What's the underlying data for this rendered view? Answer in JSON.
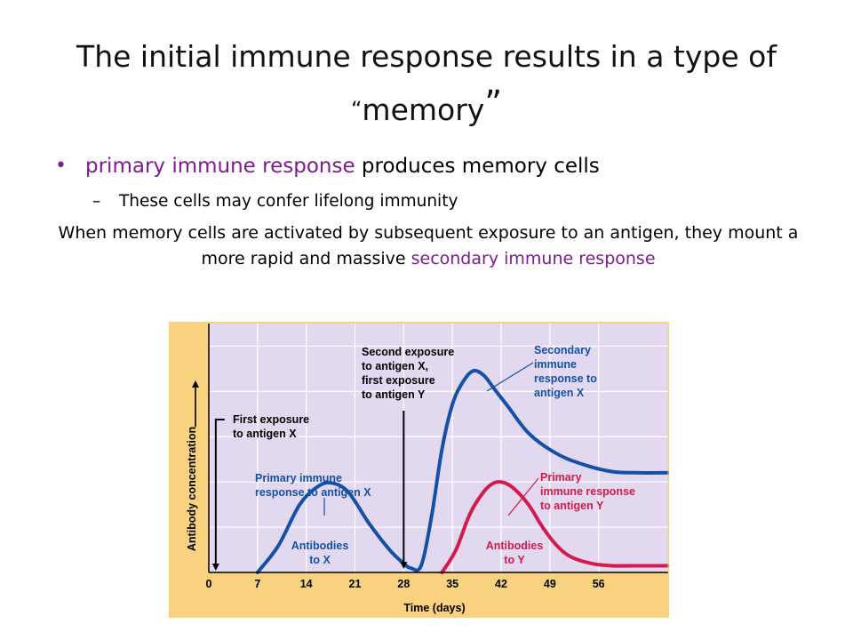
{
  "slide": {
    "title_line1": "The initial immune response results in a type of",
    "title_open_quote": "“",
    "title_word": "memory",
    "title_close_quote": "”",
    "bullet_dot": "•",
    "bullet1_highlight": "primary immune response",
    "bullet1_rest": " produces memory cells",
    "subbullet_dash": "–",
    "subbullet": "These cells may confer lifelong immunity",
    "para_main": "When memory cells are activated by subsequent exposure to an antigen, they mount a more rapid and massive ",
    "para_highlight": "secondary immune response"
  },
  "colors": {
    "highlight": "#7f1a8f",
    "chart_frame": "#f8d27f",
    "plot_area": "#e2d9f0",
    "antigen_x": "#1450a8",
    "antigen_y": "#d41a4a"
  },
  "chart_data": {
    "type": "line",
    "xlabel": "Time (days)",
    "ylabel": "Antibody concentration",
    "x_ticks": [
      0,
      7,
      14,
      21,
      28,
      35,
      42,
      49,
      56
    ],
    "xlim": [
      0,
      66
    ],
    "ylim": [
      0,
      1
    ],
    "grid": true,
    "series": [
      {
        "name": "X",
        "color": "#1450a8",
        "x": [
          7,
          10,
          13,
          15.5,
          17.5,
          20,
          23,
          26,
          28,
          29,
          30.5,
          32,
          33.5,
          35,
          36.5,
          38,
          39.5,
          41,
          43,
          46,
          50,
          54,
          58,
          62,
          66
        ],
        "y": [
          0,
          0.12,
          0.3,
          0.38,
          0.4,
          0.36,
          0.22,
          0.1,
          0.04,
          0.02,
          0.03,
          0.25,
          0.55,
          0.75,
          0.85,
          0.9,
          0.88,
          0.82,
          0.74,
          0.62,
          0.53,
          0.48,
          0.45,
          0.445,
          0.445
        ]
      },
      {
        "name": "Y",
        "color": "#d41a4a",
        "x": [
          33.5,
          35.5,
          37.5,
          39.5,
          41,
          42.5,
          44,
          46,
          48,
          50,
          52,
          55,
          58,
          62,
          66
        ],
        "y": [
          0,
          0.1,
          0.26,
          0.36,
          0.4,
          0.4,
          0.37,
          0.3,
          0.2,
          0.12,
          0.07,
          0.04,
          0.03,
          0.03,
          0.03
        ]
      }
    ],
    "annotations": {
      "first_exposure": [
        "First exposure",
        "to antigen X"
      ],
      "second_exposure": [
        "Second exposure",
        "to antigen X,",
        "first exposure",
        "to antigen Y"
      ],
      "primary_x": [
        "Primary immune",
        "response to antigen X"
      ],
      "secondary_x": [
        "Secondary",
        "immune",
        "response to",
        "antigen X"
      ],
      "primary_y": [
        "Primary",
        "immune response",
        "to antigen Y"
      ],
      "antibodies_x": [
        "Antibodies",
        "to X"
      ],
      "antibodies_y": [
        "Antibodies",
        "to Y"
      ]
    },
    "exposure_days": [
      1,
      28
    ]
  }
}
